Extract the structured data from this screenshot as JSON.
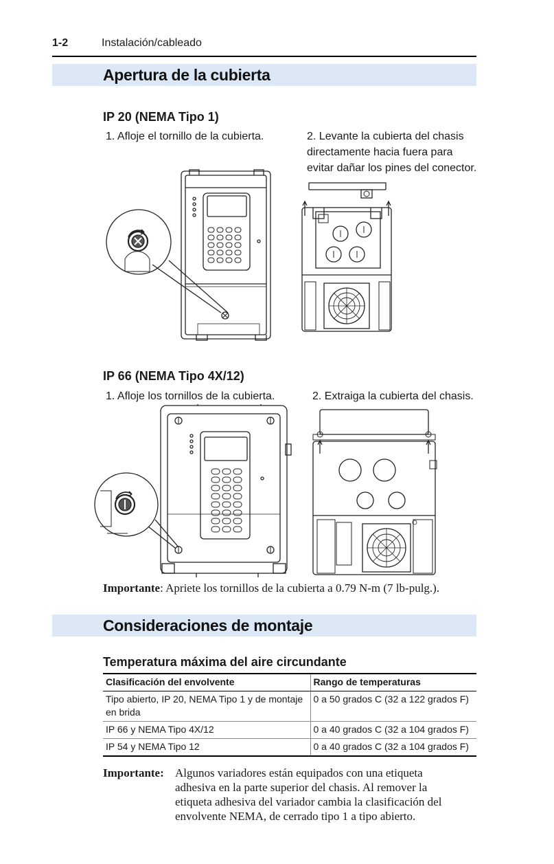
{
  "header": {
    "page_number": "1-2",
    "section": "Instalación/cableado"
  },
  "section1": {
    "title": "Apertura de la cubierta",
    "ip20": {
      "heading": "IP 20 (NEMA Tipo 1)",
      "step1": "1. Afloje el tornillo de la cubierta.",
      "step2_lines": [
        "2. Levante la cubierta del chasis",
        "directamente hacia fuera para",
        "evitar dañar los pines del conector."
      ]
    },
    "ip66": {
      "heading": "IP 66 (NEMA Tipo 4X/12)",
      "step1": "1. Afloje los tornillos de la cubierta.",
      "step2": "2. Extraiga la cubierta del chasis."
    },
    "important": {
      "label": "Importante",
      "text": ": Apriete los tornillos de la cubierta a 0.79 N-m (7 lb-pulg.)."
    }
  },
  "section2": {
    "title": "Consideraciones de montaje",
    "table_heading": "Temperatura máxima del aire circundante",
    "table": {
      "headers": [
        "Clasificación del envolvente",
        "Rango de temperaturas"
      ],
      "rows": [
        {
          "rating_lines": [
            "Tipo abierto, IP 20, NEMA Tipo 1 y de montaje",
            "en brida"
          ],
          "range": "0 a 50 grados C (32 a 122 grados F)"
        },
        {
          "rating_lines": [
            "IP 66 y NEMA Tipo 4X/12"
          ],
          "range": "0 a 40 grados C (32 a 104 grados F)"
        },
        {
          "rating_lines": [
            "IP 54 y NEMA Tipo 12"
          ],
          "range": "0 a 40 grados C (32 a 104 grados F)"
        }
      ]
    },
    "important": {
      "label": "Importante:",
      "lines": [
        "Algunos variadores están equipados con una etiqueta",
        "adhesiva en la parte superior del chasis. Al remover la",
        "etiqueta adhesiva del variador cambia la clasificación del",
        "envolvente NEMA, de cerrado tipo 1 a tipo abierto."
      ]
    }
  }
}
